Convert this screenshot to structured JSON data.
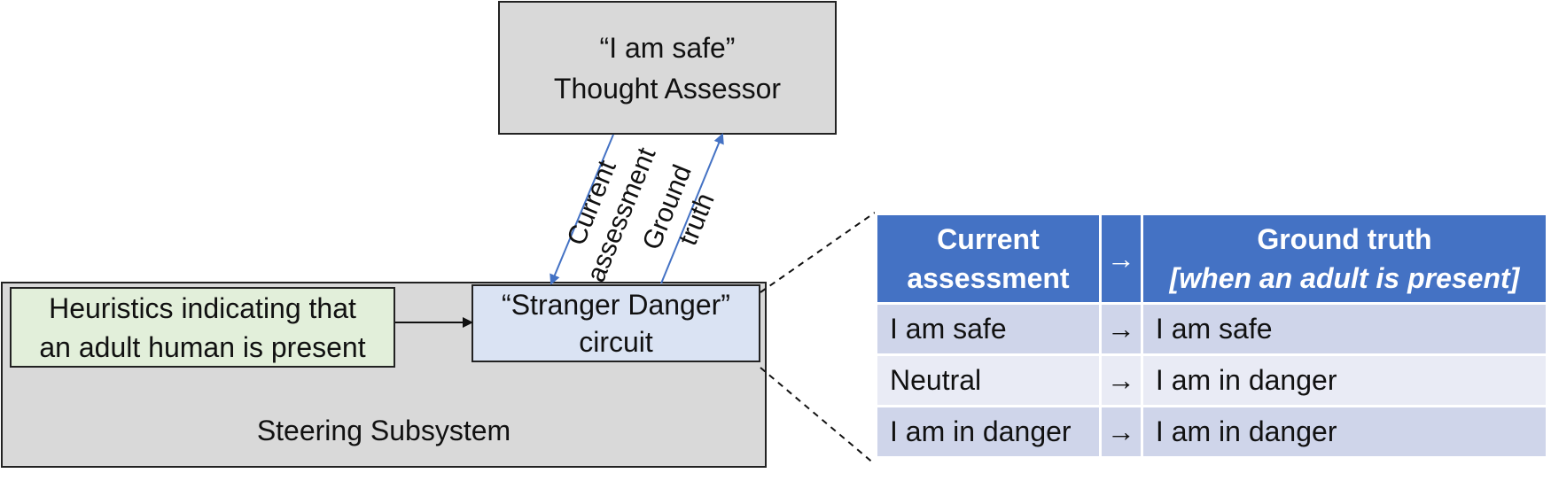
{
  "thought_assessor": {
    "line1": "“I am safe”",
    "line2": "Thought Assessor"
  },
  "steering": {
    "label": "Steering Subsystem"
  },
  "heuristics": {
    "line1": "Heuristics indicating that",
    "line2": "an adult human is present"
  },
  "stranger": {
    "line1": "“Stranger Danger”",
    "line2": "circuit"
  },
  "links": {
    "current_line1": "Current",
    "current_line2": "assessment",
    "ground_line1": "Ground",
    "ground_line2": "truth"
  },
  "table": {
    "header": {
      "col1_line1": "Current",
      "col1_line2": "assessment",
      "arrow": "→",
      "col3_line1": "Ground truth",
      "col3_line2": "[when an adult is present]"
    },
    "rows": [
      {
        "current": "I am safe",
        "arrow": "→",
        "truth": "I am safe"
      },
      {
        "current": "Neutral",
        "arrow": "→",
        "truth": "I am in danger"
      },
      {
        "current": "I am in danger",
        "arrow": "→",
        "truth": "I am in danger"
      }
    ]
  },
  "colors": {
    "gray_box": "#d9d9d9",
    "green_box": "#e2efda",
    "blue_box": "#dae3f3",
    "header_blue": "#4472c4",
    "row_dark": "#cfd5ea",
    "row_light": "#e9ebf5",
    "arrow_blue": "#4472c4"
  }
}
